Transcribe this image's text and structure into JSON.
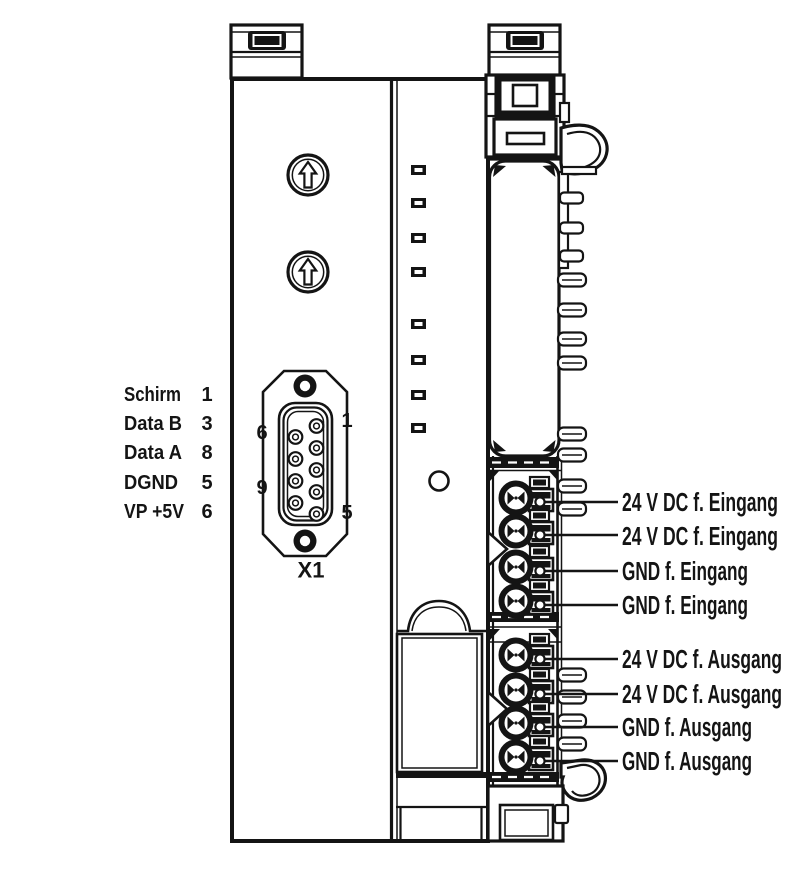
{
  "colors": {
    "line": "#141414",
    "background": "#ffffff"
  },
  "pin_table": {
    "rows": [
      {
        "signal": "Schirm",
        "pin": "1"
      },
      {
        "signal": "Data B",
        "pin": "3"
      },
      {
        "signal": "Data A",
        "pin": "8"
      },
      {
        "signal": "DGND",
        "pin": "5"
      },
      {
        "signal": "VP +5V",
        "pin": "6"
      }
    ]
  },
  "connector": {
    "designator": "X1",
    "corner_markers": {
      "top_left": "6",
      "top_right": "1",
      "bottom_left": "9",
      "bottom_right": "5"
    }
  },
  "terminals": {
    "labels": [
      "24 V DC f. Eingang",
      "24 V DC f. Eingang",
      "GND f. Eingang",
      "GND f. Eingang",
      "24 V DC f. Ausgang",
      "24 V DC f. Ausgang",
      "GND f. Ausgang",
      "GND f. Ausgang"
    ]
  }
}
